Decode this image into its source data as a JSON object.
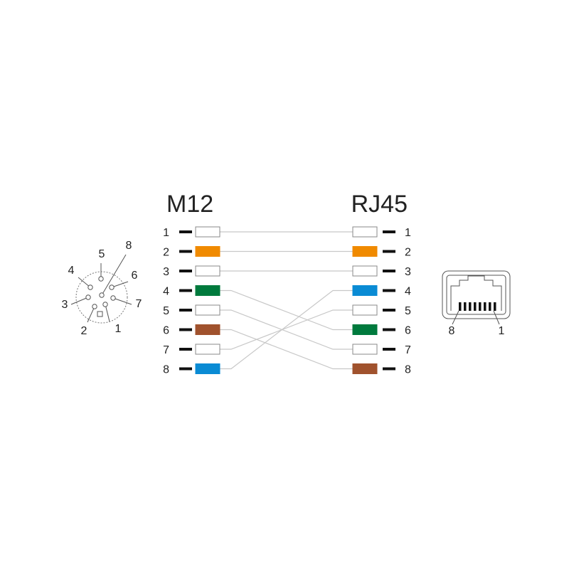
{
  "left_title": "M12",
  "right_title": "RJ45",
  "colors": {
    "white": "#ffffff",
    "orange": "#f08a00",
    "green": "#007a3d",
    "blue": "#0a8bd4",
    "brown": "#a0522d",
    "wire": "#c8c8c8",
    "outline": "#555555",
    "dash": "#111111"
  },
  "m12_pins": [
    {
      "pin": "1",
      "color": "white"
    },
    {
      "pin": "2",
      "color": "orange"
    },
    {
      "pin": "3",
      "color": "white"
    },
    {
      "pin": "4",
      "color": "green"
    },
    {
      "pin": "5",
      "color": "white"
    },
    {
      "pin": "6",
      "color": "brown"
    },
    {
      "pin": "7",
      "color": "white"
    },
    {
      "pin": "8",
      "color": "blue"
    }
  ],
  "rj45_pins": [
    {
      "pin": "1",
      "color": "white"
    },
    {
      "pin": "2",
      "color": "orange"
    },
    {
      "pin": "3",
      "color": "white"
    },
    {
      "pin": "4",
      "color": "blue"
    },
    {
      "pin": "5",
      "color": "white"
    },
    {
      "pin": "6",
      "color": "green"
    },
    {
      "pin": "7",
      "color": "white"
    },
    {
      "pin": "8",
      "color": "brown"
    }
  ],
  "connections": [
    {
      "m12": "1",
      "rj45": "1"
    },
    {
      "m12": "2",
      "rj45": "2"
    },
    {
      "m12": "3",
      "rj45": "3"
    },
    {
      "m12": "4",
      "rj45": "6"
    },
    {
      "m12": "5",
      "rj45": "7"
    },
    {
      "m12": "6",
      "rj45": "8"
    },
    {
      "m12": "7",
      "rj45": "5"
    },
    {
      "m12": "8",
      "rj45": "4"
    }
  ],
  "m12_face_labels": [
    "1",
    "2",
    "3",
    "4",
    "5",
    "6",
    "7",
    "8"
  ],
  "rj45_face_labels": {
    "left": "8",
    "right": "1"
  }
}
